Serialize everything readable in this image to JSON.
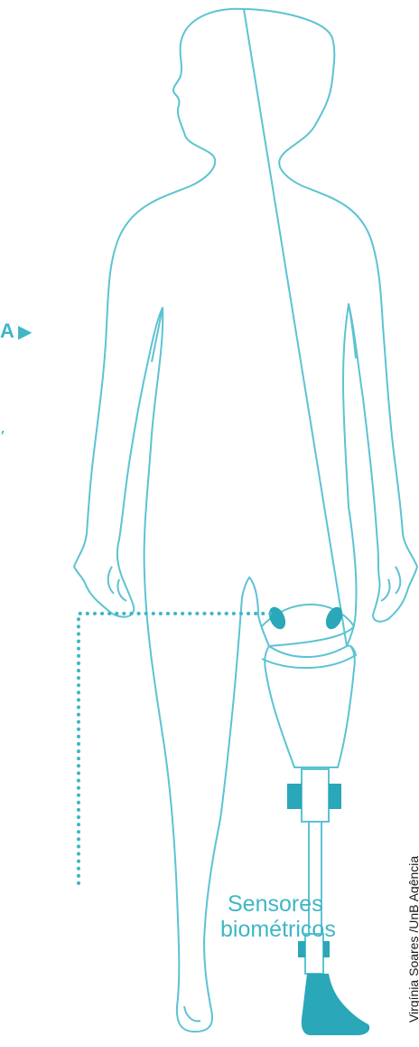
{
  "colors": {
    "outline": "#5cc3d3",
    "prosthesis": "#2aa7b8",
    "label": "#3fb6c6",
    "dots": "#3fb6c6",
    "credit": "#1a1a1a"
  },
  "labels": {
    "left_fragment": "A",
    "left_arrow": "▶",
    "left_mark": "’",
    "sensors_line1": "Sensores",
    "sensors_line2": "biométricos",
    "credit": "Virgínia Soares /UnB Agência"
  },
  "icons": {
    "figure": "human-body-outline",
    "prosthesis": "leg-prosthesis",
    "sensors": "biometric-sensor-pads"
  }
}
